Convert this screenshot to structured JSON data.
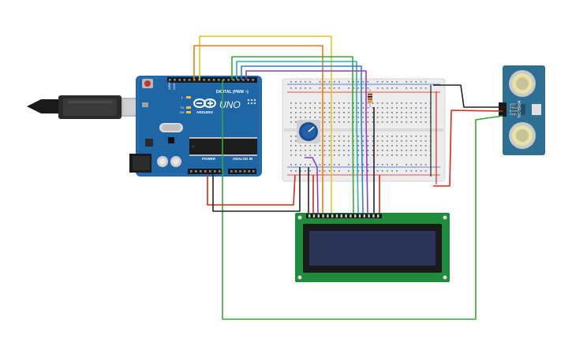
{
  "arduino": {
    "logo_text": "UNO",
    "brand": "ARDUINO",
    "digital_header": "DIGITAL (PWM ~)",
    "analog_header": "ANALOG IN",
    "power_header": "POWER",
    "aref": "AREF",
    "gnd": "GND",
    "led_l": "L",
    "led_tx": "TX",
    "led_rx": "RX"
  },
  "sensor": {
    "label_left": "HC-SR04",
    "pin_vcc": "VCC",
    "pin_trig": "TRIG",
    "pin_echo": "ECHO",
    "pin_gnd": "GND"
  },
  "colors": {
    "board": "#1f66a6",
    "board_dark": "#174f80",
    "breadboard": "#ececec",
    "lcd_pcb": "#1e8c3a",
    "lcd_screen": "#2b3356",
    "sensor_pcb": "#2e6f94",
    "wire_red": "#d8281c",
    "wire_black": "#222222",
    "wire_orange": "#e67e14",
    "wire_yellow": "#e8c61e",
    "wire_green": "#36a83a",
    "wire_teal": "#2ab3a6",
    "wire_blue": "#2f7fd8",
    "wire_purple": "#8d3fc0"
  }
}
